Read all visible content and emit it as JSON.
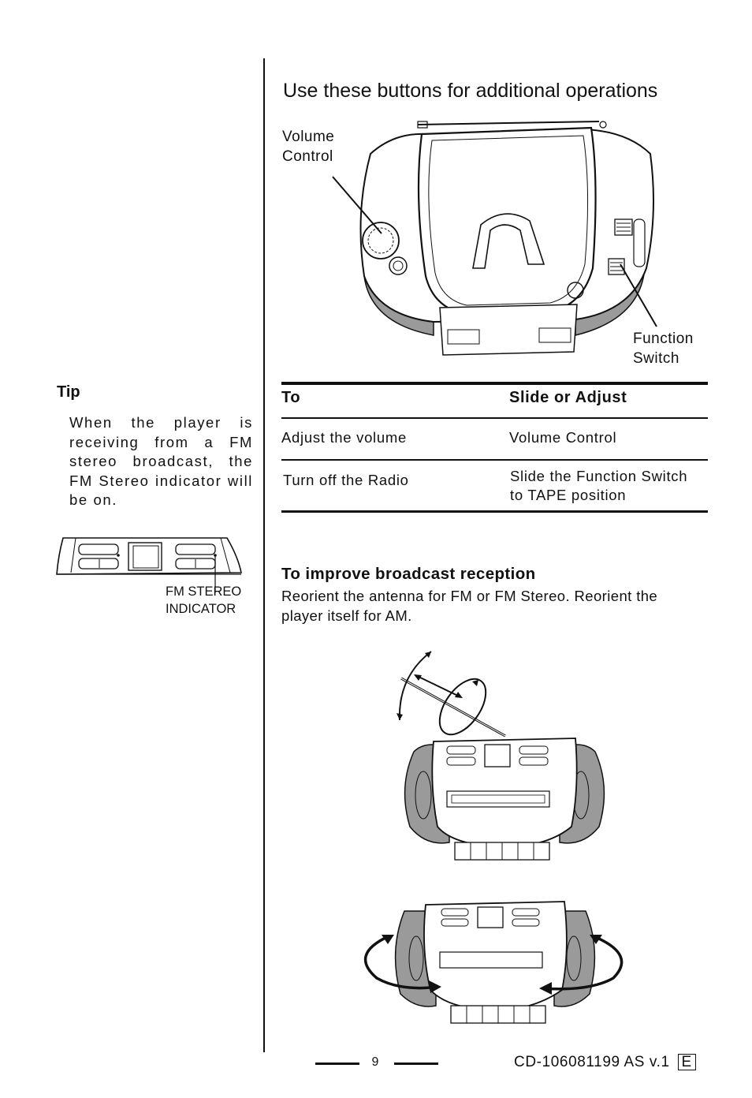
{
  "header": {
    "title": "Use these buttons for additional operations"
  },
  "callouts": {
    "volume_line1": "Volume",
    "volume_line2": "Control",
    "function_line1": "Function",
    "function_line2": "Switch"
  },
  "tip": {
    "title": "Tip",
    "body": "When the player is receiving from a FM stereo broadcast, the FM Stereo indicator will be on.",
    "indicator_line1": "FM STEREO",
    "indicator_line2": "INDICATOR"
  },
  "table": {
    "headers": [
      "To",
      "Slide or Adjust"
    ],
    "rows": [
      {
        "to": "Adjust the volume",
        "action_line1": "Volume Control",
        "action_line2": ""
      },
      {
        "to": "Turn off the Radio",
        "action_line1": "Slide the Function Switch",
        "action_line2": "to TAPE position"
      }
    ]
  },
  "reception": {
    "title": "To improve broadcast reception",
    "body": "Reorient the antenna for FM or FM Stereo. Reorient the player itself for AM."
  },
  "footer": {
    "page_number": "9",
    "doc_code": "CD-106081199 AS v.1",
    "language": "E"
  }
}
